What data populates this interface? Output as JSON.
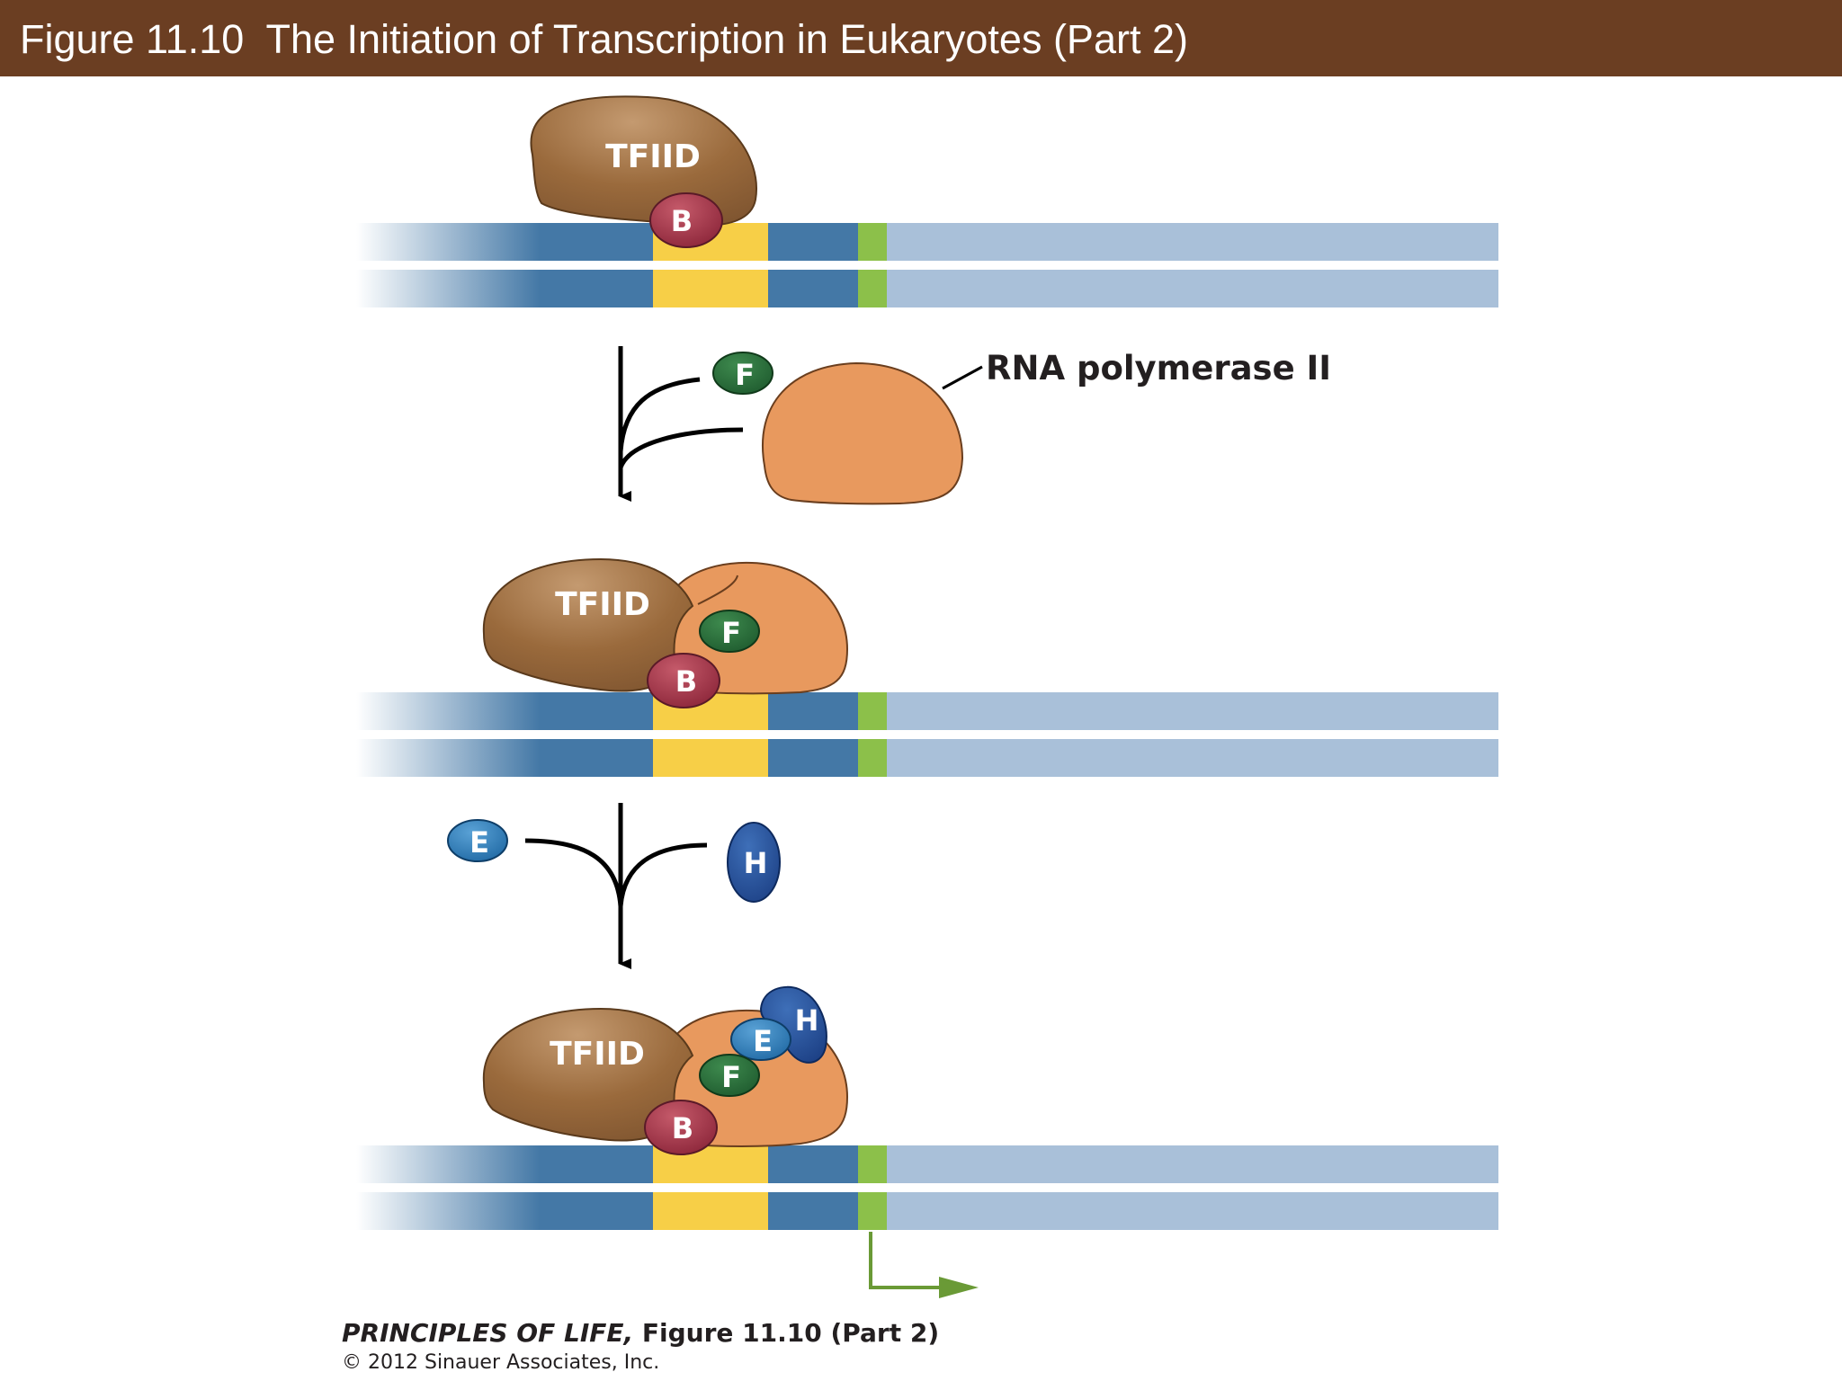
{
  "header": {
    "title": "Figure 11.10  The Initiation of Transcription in Eukaryotes (Part 2)"
  },
  "labels": {
    "tfiid": "TFIID",
    "b": "B",
    "f": "F",
    "e": "E",
    "h": "H",
    "rna_polymerase": "RNA polymerase II"
  },
  "credit": {
    "book": "PRINCIPLES OF LIFE,",
    "figure": " Figure 11.10 (Part 2)",
    "copyright": "© 2012 Sinauer Associates, Inc."
  },
  "colors": {
    "header": "#6b3e22",
    "dna_dark": "#4478a6",
    "dna_light": "#a9c0d9",
    "tata_box": "#f7cf47",
    "start_site": "#8cc04a",
    "tfiid": "#9a6a3c",
    "rna_polymerase": "#e8995e",
    "factor_b": "#a0324a",
    "factor_f": "#286a3a",
    "factor_e": "#2e7bb8",
    "factor_h": "#244f96",
    "transcription_arrow": "#6a9a36"
  }
}
